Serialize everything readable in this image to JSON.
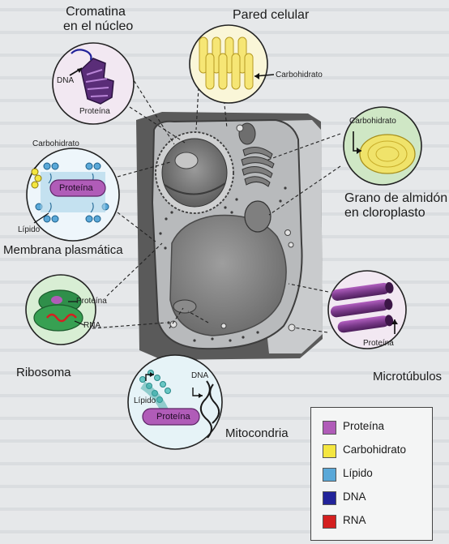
{
  "labels": {
    "cromatina_l1": "Cromatina",
    "cromatina_l2": "en el núcleo",
    "dna_nucleo": "DNA",
    "proteina_nucleo": "Proteína",
    "pared_celular": "Pared celular",
    "carbohidrato_pared": "Carbohidrato",
    "carbohidrato_almidon": "Carbohidrato",
    "grano_l1": "Grano de almidón",
    "grano_l2": "en cloroplasto",
    "carbohidrato_membrana": "Carbohidrato",
    "proteina_membrana": "Proteína",
    "lipido_membrana": "Lípido",
    "membrana_plasmatica": "Membrana plasmática",
    "proteina_ribosoma": "Proteína",
    "rna_ribosoma": "RNA",
    "ribosoma": "Ribosoma",
    "proteina_micro": "Proteína",
    "microtubulos": "Microtúbulos",
    "lipido_mito": "Lípido",
    "dna_mito": "DNA",
    "proteina_mito": "Proteína",
    "mitocondria": "Mitocondria"
  },
  "legend": [
    {
      "label": "Proteína",
      "color": "#b05cb8"
    },
    {
      "label": "Carbohidrato",
      "color": "#f4e640"
    },
    {
      "label": "Lípido",
      "color": "#5aa8d8"
    },
    {
      "label": "DNA",
      "color": "#22239a"
    },
    {
      "label": "RNA",
      "color": "#d42020"
    }
  ]
}
